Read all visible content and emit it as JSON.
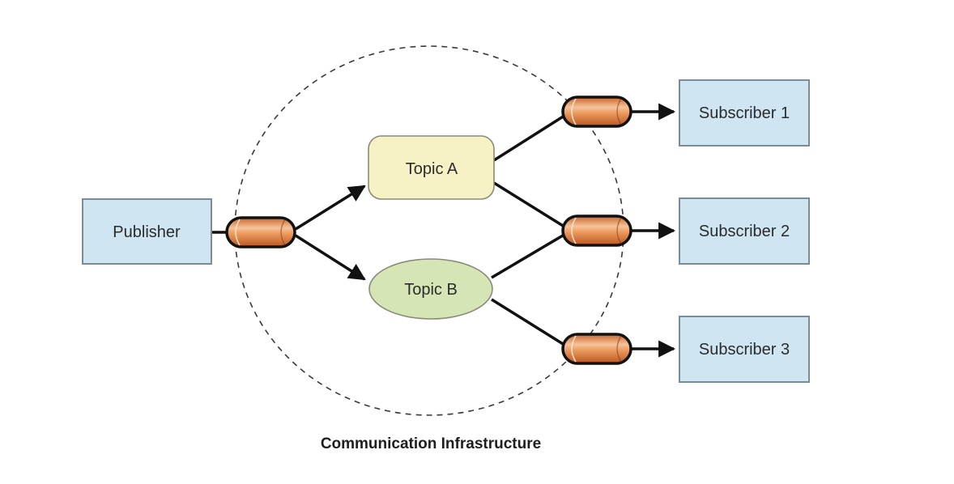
{
  "diagram": {
    "publisher": {
      "label": "Publisher"
    },
    "topics": [
      {
        "label": "Topic A"
      },
      {
        "label": "Topic B"
      }
    ],
    "subscribers": [
      {
        "label": "Subscriber 1"
      },
      {
        "label": "Subscriber 2"
      },
      {
        "label": "Subscriber 3"
      }
    ],
    "infrastructure_label": "Communication Infrastructure"
  },
  "colors": {
    "box_fill": "#cfe6f2",
    "box_stroke": "#7b8c96",
    "topic_a_fill": "#f7f2c6",
    "topic_b_fill": "#d6e5b5",
    "pipe_orange": "#e48745",
    "pipe_stroke": "#111111",
    "circle_dash": "#3a3a3a"
  }
}
